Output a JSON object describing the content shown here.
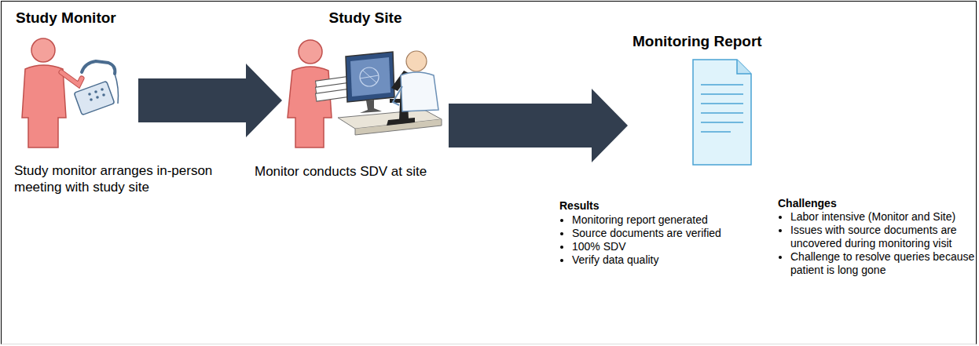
{
  "diagram": {
    "nodes": [
      {
        "text": [
          "Study Monitor"
        ]
      },
      {
        "text": [
          "Study Site"
        ]
      },
      {
        "text": [
          "Monitoring Report"
        ]
      }
    ],
    "edges": [
      {
        "from": 0,
        "to": 1,
        "arrow": "to"
      },
      {
        "from": 1,
        "to": 2,
        "arrow": "to"
      }
    ],
    "labels": [
      "Study monitor arranges in-person meeting with study site",
      "Monitor conducts SDV at site",
      "Results",
      "Monitoring report generated",
      "Source documents are verified",
      "100% SDV",
      "Verify data quality",
      "Challenges",
      "Labor intensive (Monitor and Site)",
      "Issues with source documents are uncovered during monitoring visit",
      "Challenge to resolve queries because patient is long gone"
    ]
  }
}
